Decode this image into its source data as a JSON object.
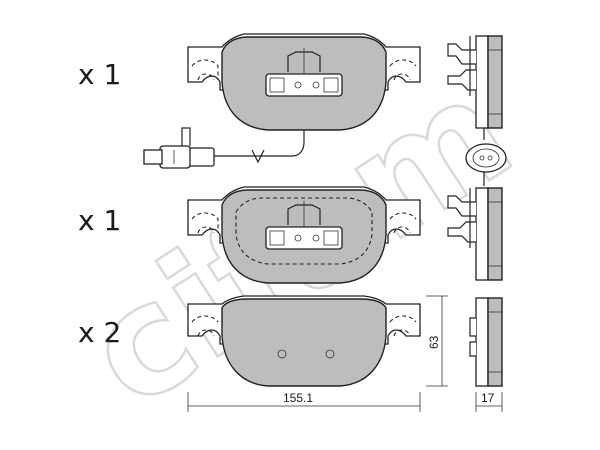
{
  "watermark": "cifam",
  "rows": [
    {
      "quantity": "x 1"
    },
    {
      "quantity": "x 1"
    },
    {
      "quantity": "x 2"
    }
  ],
  "dimensions": {
    "width": "155.1",
    "height": "63",
    "thickness": "17"
  }
}
